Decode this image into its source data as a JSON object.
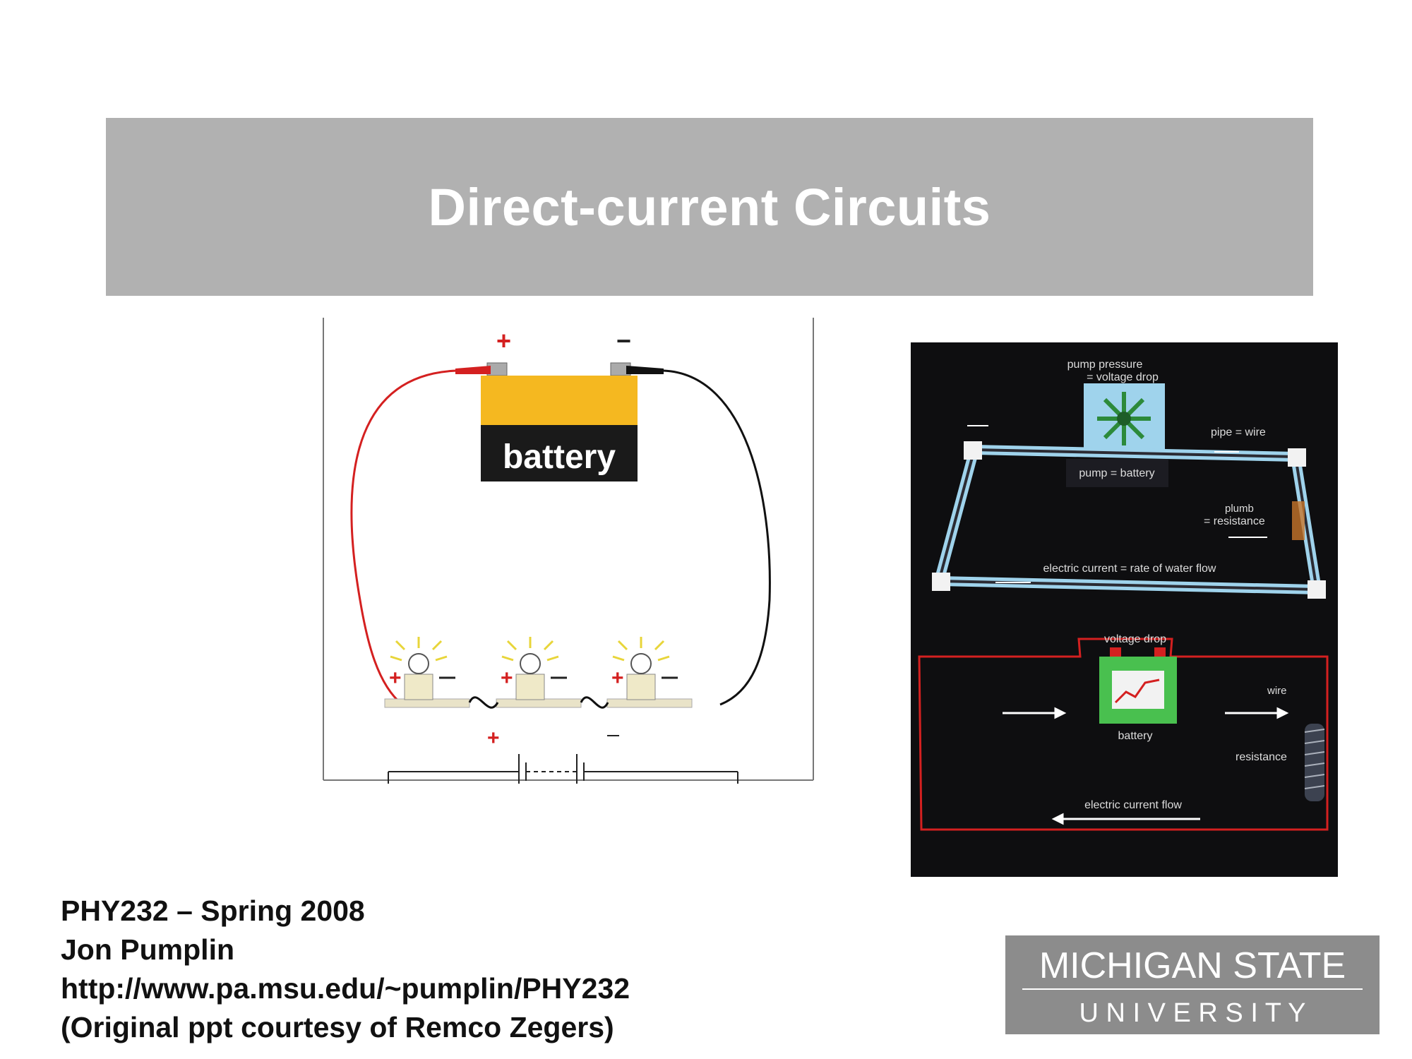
{
  "slide": {
    "title": "Direct-current Circuits"
  },
  "figure_left": {
    "battery_label": "battery",
    "plus_sign": "+",
    "minus_sign": "−"
  },
  "figure_right": {
    "pump_pressure": "pump pressure",
    "voltage_drop_eq": "= voltage drop",
    "pipe_wire": "pipe = wire",
    "pump_battery": "pump = battery",
    "plumb": "plumb",
    "resistance_eq": "= resistance",
    "current_eq": "electric current = rate of water flow",
    "voltage_drop": "voltage drop",
    "wire": "wire",
    "battery": "battery",
    "resistance": "resistance",
    "current_flow": "electric current flow"
  },
  "credits": {
    "line1": "PHY232 – Spring 2008",
    "line2": "Jon Pumplin",
    "line3": "http://www.pa.msu.edu/~pumplin/PHY232",
    "line4": "(Original ppt courtesy of Remco Zegers)"
  },
  "logo": {
    "line1": "MICHIGAN STATE",
    "line2": "U N I V E R S I T Y"
  },
  "colors": {
    "title_bar": "#b1b1b1",
    "battery_top": "#f5b820",
    "battery_body": "#1a1a1a",
    "red_wire": "#d42020",
    "pipe_blue": "#9fd3ec",
    "logo_bg": "#8c8c8c"
  }
}
